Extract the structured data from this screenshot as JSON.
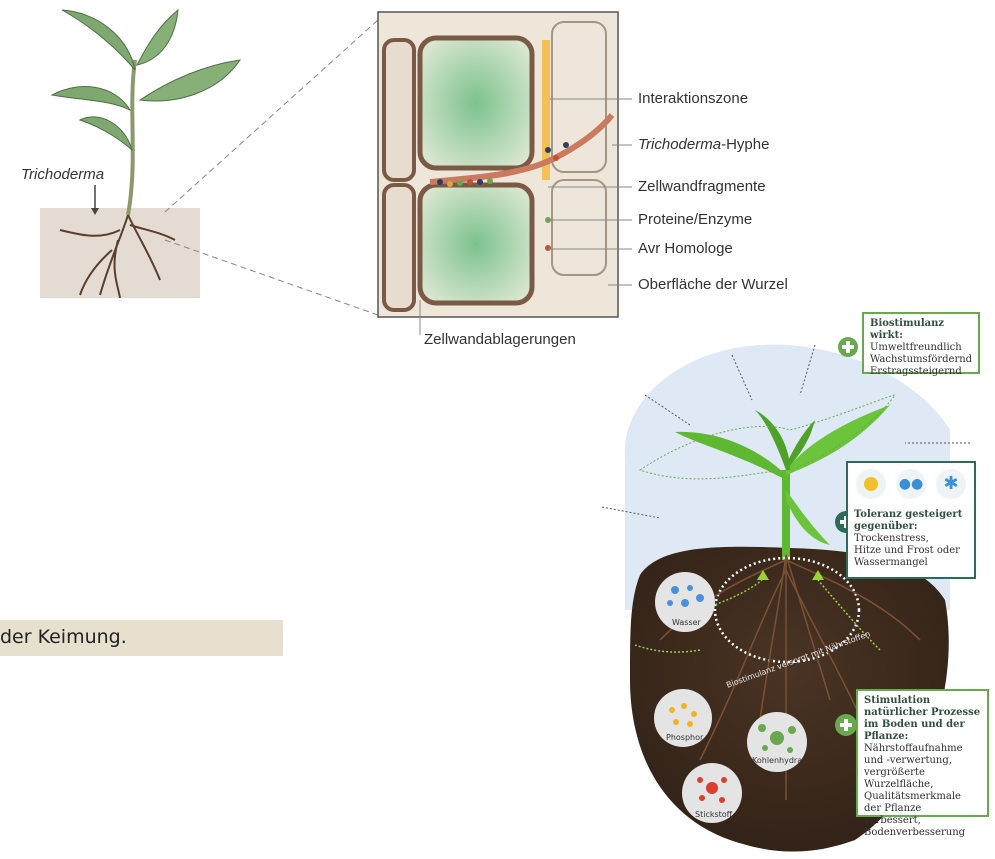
{
  "diagram": {
    "trichoderma_label": "Trichoderma",
    "callouts": [
      {
        "pre": "",
        "italic": "",
        "post": "Interaktionszone"
      },
      {
        "pre": "",
        "italic": "Trichoderma",
        "post": "-Hyphe"
      },
      {
        "pre": "",
        "italic": "",
        "post": "Zellwandfragmente"
      },
      {
        "pre": "",
        "italic": "",
        "post": "Proteine/Enzyme"
      },
      {
        "pre": "",
        "italic": "",
        "post": "Avr Homologe"
      },
      {
        "pre": "",
        "italic": "",
        "post": "Oberfläche der Wurzel"
      }
    ],
    "bottom_label": "Zellwandablagerungen"
  },
  "caption": {
    "text": "der Keimung."
  },
  "infographic": {
    "box1": {
      "title": "Biostimulanz wirkt:",
      "lines": [
        "Umweltfreundlich",
        "Wachstumsfördernd",
        "Erstragssteigernd"
      ]
    },
    "box2": {
      "title": "Toleranz gesteigert gegenüber:",
      "lines": [
        "Trockenstress,",
        "Hitze und Frost oder",
        "Wassermangel"
      ]
    },
    "box3": {
      "title": "Stimulation natürlicher Prozesse im Boden und der Pflanze:",
      "lines": [
        "Nährstoffaufnahme",
        "und -verwertung,",
        "vergrößerte Wurzelfläche,",
        "Qualitätsmerkmale",
        "der Pflanze verbessert,",
        "Bodenverbesserung"
      ]
    },
    "bubbles": {
      "wasser": "Wasser",
      "phosphor": "Phosphor",
      "kohlenhydrate": "Kohlenhydrate",
      "stickstoff": "Stickstoff"
    },
    "arc_text": "Biostimulanz versorgt mit Nährstoffen",
    "colors": {
      "soil": "#3b2a1d",
      "sky": "#dfe9f5",
      "plant": "#5fb832",
      "accent": "#6aa84f",
      "dark_accent": "#2d6a57"
    }
  }
}
